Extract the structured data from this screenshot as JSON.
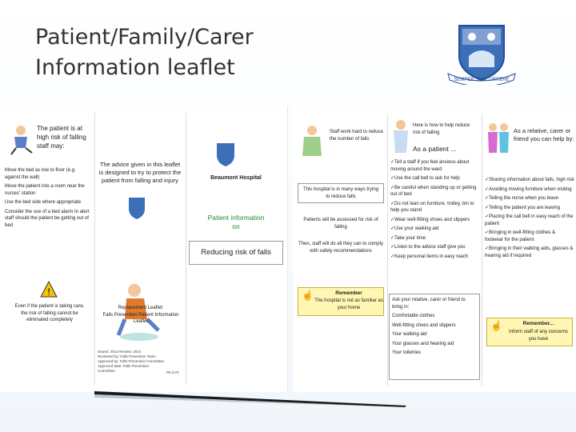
{
  "title_line1": "Patient/Family/Carer",
  "title_line2": "Information leaflet",
  "crest_motto": "SEMPER SUCCURRERE",
  "left": {
    "risk_heading": "The patient is at high risk of falling staff may:",
    "risk_items": [
      "Move the bed as low to floor (e.g. against the wall)",
      "Move the patient into a room near the nurses' station",
      "Use the bed side where appropriate",
      "Consider the use of a bed alarm to alert staff should the patient be getting out of bed"
    ],
    "advice_text": "The advice given in this leaflet is designed to try to protect the patient from falling and injury",
    "hospital_name": "Beaumont Hospital",
    "patient_info_line1": "Patient information",
    "patient_info_line2": "on",
    "reducing_title": "Reducing risk of falls",
    "warning_text": "Even if the patient is taking care, the risk of falling cannot be eliminated completely",
    "leaflet_note_line1": "Replacement Leaflet:",
    "leaflet_note_line2": "Falls Prevention Patient Information Leaflet",
    "doc_meta": [
      "Issued: 2012  Review: 2014",
      "Reviewed by: Falls Prevention Team",
      "Approved by: Falls Prevention Committee",
      "Approved date: Falls Prevention Committee"
    ],
    "doc_code": "PIL/170"
  },
  "right": {
    "staff_text": "Staff work hard to reduce the number of falls",
    "helps_heading": "Here is how to help reduce risk of falling",
    "as_patient": "As a patient ...",
    "patient_items": [
      "Tell a staff if you feel anxious about moving around the ward",
      "Use the call bell to ask for help",
      "Be careful when standing up or getting out of bed",
      "Do not lean on furniture, trolley, bin to help you stand",
      "Wear well-fitting shoes and slippers",
      "Use your walking aid",
      "Take your time",
      "Listen to the advice staff give you",
      "Keep personal items in easy reach"
    ],
    "hospital_ways": "This hospital is in many ways trying to reduce falls",
    "assessed_text": "Patients will be assessed for risk of falling",
    "comply_text": "Then, staff will do all they can to comply with safety recommendations",
    "remember1_title": "Remember",
    "remember1_text": "The hospital is not as familiar as your home",
    "ask_heading": "Ask your relative, carer or friend to bring in:",
    "ask_items": [
      "Comfortable clothes",
      "Well-fitting shoes and slippers",
      "Your walking aid",
      "Your glasses and hearing aid",
      "Your toiletries"
    ],
    "relative_heading": "As a relative, carer or friend you can help by:",
    "relative_items": [
      "Sharing information about falls, high risk",
      "Avoiding moving furniture when visiting",
      "Telling the nurse when you leave",
      "Telling the patient you are leaving",
      "Placing the call bell in easy reach of the patient",
      "Bringing in well-fitting clothes & footwear for the patient",
      "Bringing in their walking aids, glasses & hearing aid if required"
    ],
    "remember2_title": "Remember...",
    "remember2_text": "Inform staff of any concerns you have"
  },
  "colors": {
    "title": "#333333",
    "green": "#1e8a2e",
    "remember_bg": "#fff6b3",
    "crest_blue": "#1f4e9c"
  }
}
